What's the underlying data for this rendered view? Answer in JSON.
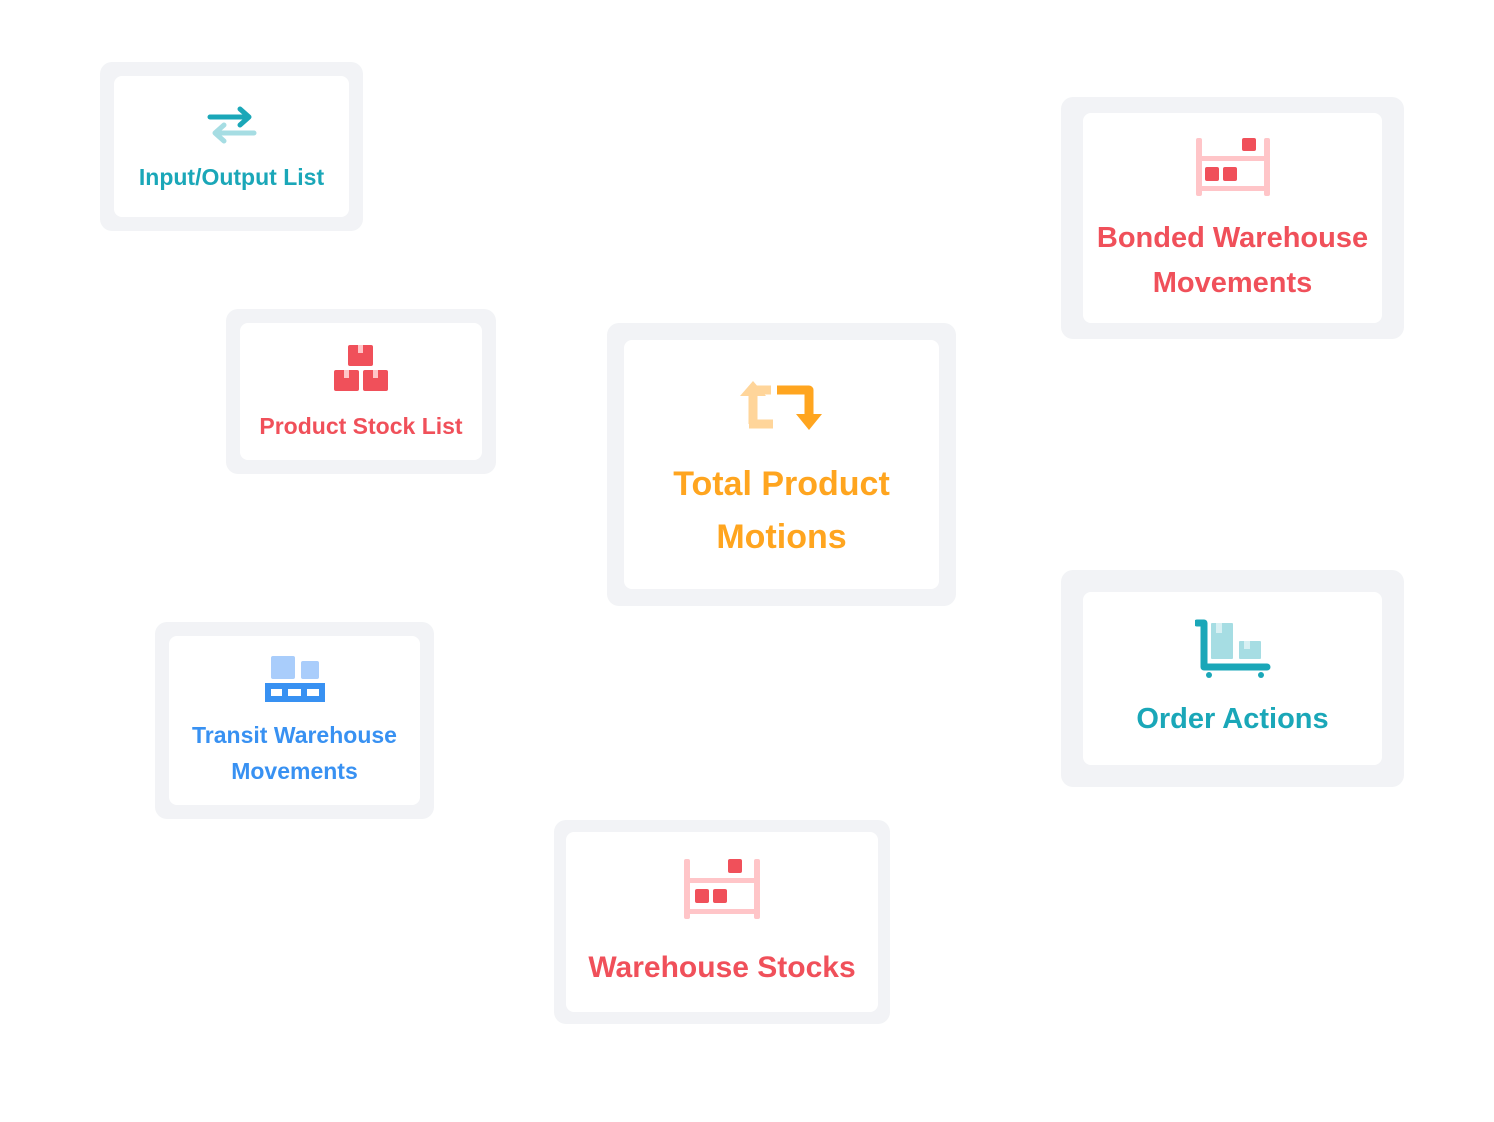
{
  "tiles": {
    "input_output": {
      "label": "Input/Output List",
      "icon": "arrows-swap-icon",
      "color": "#1aa7b8"
    },
    "bonded": {
      "label_line1": "Bonded Warehouse",
      "label_line2": "Movements",
      "icon": "warehouse-shelf-icon",
      "color": "#f0505a"
    },
    "product_stock": {
      "label": "Product Stock List",
      "icon": "stacked-boxes-icon",
      "color": "#f0505a"
    },
    "total_motions": {
      "label_line1": "Total Product",
      "label_line2": "Motions",
      "icon": "repeat-arrows-icon",
      "color": "#ffa51f"
    },
    "order_actions": {
      "label": "Order Actions",
      "icon": "hand-truck-icon",
      "color": "#1aa7b8"
    },
    "transit": {
      "label_line1": "Transit Warehouse",
      "label_line2": "Movements",
      "icon": "pallet-icon",
      "color": "#3891f2"
    },
    "warehouse_stocks": {
      "label": "Warehouse Stocks",
      "icon": "warehouse-shelf-icon",
      "color": "#f0505a"
    }
  }
}
